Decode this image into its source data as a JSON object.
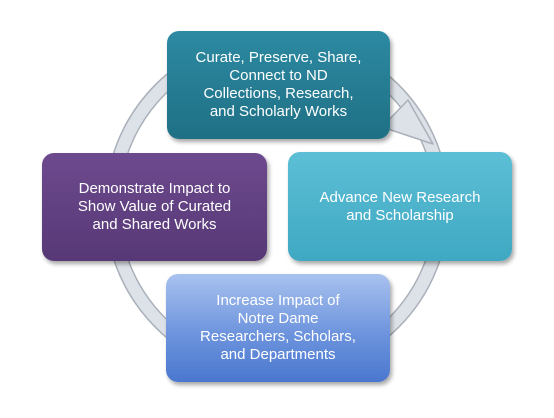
{
  "diagram": {
    "nodes": [
      {
        "id": "top",
        "text": "Curate, Preserve, Share,\nConnect to ND\nCollections, Research,\nand Scholarly Works",
        "color": "#247c93"
      },
      {
        "id": "right",
        "text": "Advance New Research\nand Scholarship",
        "color": "#4fb5cd"
      },
      {
        "id": "bottom",
        "text": "Increase Impact of\nNotre Dame\nResearchers, Scholars,\nand Departments",
        "color": "#6a92dc"
      },
      {
        "id": "left",
        "text": "Demonstrate Impact to\nShow Value of Curated\nand Shared Works",
        "color": "#5f4080"
      }
    ],
    "cycle_order": [
      "top",
      "right",
      "bottom",
      "left"
    ],
    "ring_color": "#d9dee5",
    "ring_edge_color": "#a9b0b9"
  }
}
